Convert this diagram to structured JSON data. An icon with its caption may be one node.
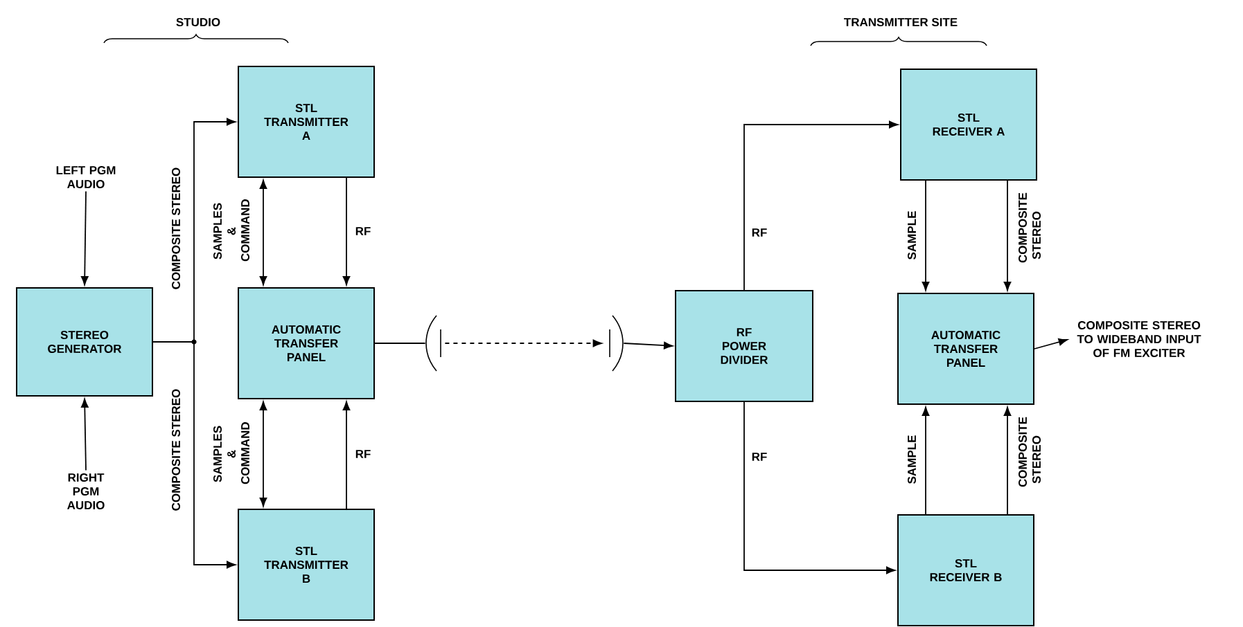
{
  "diagram": {
    "nodes": [
      {
        "text": [
          "LEFT PGM AUDIO"
        ]
      },
      {
        "text": [
          "RIGHT PGM AUDIO"
        ]
      },
      {
        "text": [
          "STEREO GENERATOR"
        ]
      },
      {
        "text": [
          "STL TRANSMITTER A"
        ]
      },
      {
        "text": [
          "AUTOMATIC TRANSFER PANEL"
        ]
      },
      {
        "text": [
          "STL TRANSMITTER B"
        ]
      },
      {
        "text": [],
        "shape": "antenna"
      },
      {
        "text": [],
        "shape": "antenna"
      },
      {
        "text": [
          "RF POWER DIVIDER"
        ]
      },
      {
        "text": [
          "STL RECEIVER A"
        ]
      },
      {
        "text": [
          "AUTOMATIC TRANSFER PANEL"
        ]
      },
      {
        "text": [
          "STL RECEIVER B"
        ]
      },
      {
        "text": [
          "COMPOSITE STEREO TO WIDEBAND INPUT OF FM EXCITER"
        ]
      }
    ],
    "edges": [
      {
        "from": 0,
        "to": 2,
        "arrow": "to"
      },
      {
        "from": 1,
        "to": 2,
        "arrow": "to"
      },
      {
        "from": 2,
        "to": 3,
        "arrow": "to",
        "label": "COMPOSITE STEREO"
      },
      {
        "from": 2,
        "to": 5,
        "arrow": "to",
        "label": "COMPOSITE STEREO"
      },
      {
        "from": 3,
        "to": 4,
        "arrow": "both",
        "label": "SAMPLES & COMMAND"
      },
      {
        "from": 3,
        "to": 4,
        "arrow": "to",
        "label": "RF"
      },
      {
        "from": 5,
        "to": 4,
        "arrow": "both",
        "label": "SAMPLES & COMMAND"
      },
      {
        "from": 5,
        "to": 4,
        "arrow": "to",
        "label": "RF"
      },
      {
        "from": 4,
        "to": 6,
        "arrow": "none"
      },
      {
        "from": 6,
        "to": 7,
        "arrow": "to",
        "style": "dashed"
      },
      {
        "from": 7,
        "to": 8,
        "arrow": "to"
      },
      {
        "from": 8,
        "to": 9,
        "arrow": "to",
        "label": "RF"
      },
      {
        "from": 8,
        "to": 11,
        "arrow": "to",
        "label": "RF"
      },
      {
        "from": 9,
        "to": 10,
        "arrow": "to",
        "label": "SAMPLE"
      },
      {
        "from": 9,
        "to": 10,
        "arrow": "to",
        "label": "COMPOSITE STEREO"
      },
      {
        "from": 11,
        "to": 10,
        "arrow": "to",
        "label": "SAMPLE"
      },
      {
        "from": 11,
        "to": 10,
        "arrow": "to",
        "label": "COMPOSITE STEREO"
      },
      {
        "from": 10,
        "to": 12,
        "arrow": "to"
      }
    ],
    "labels": [
      "STUDIO",
      "TRANSMITTER SITE"
    ]
  }
}
